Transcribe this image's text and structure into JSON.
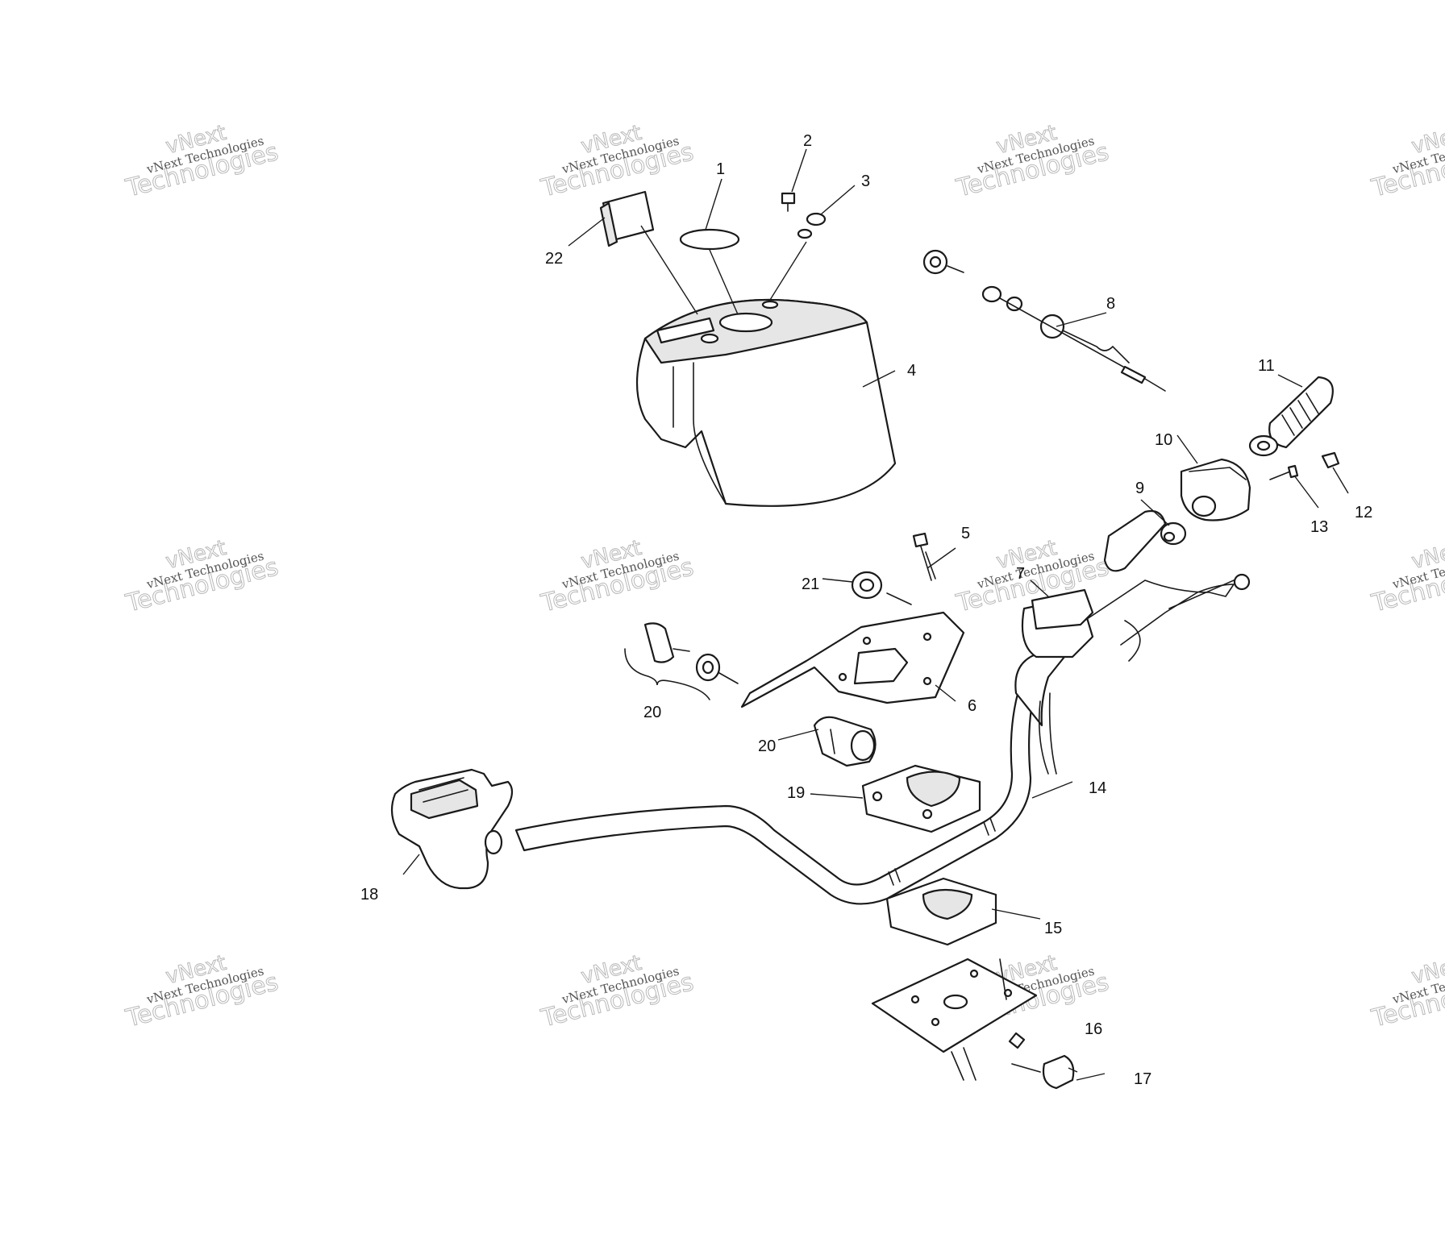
{
  "watermark": {
    "line1": "vNext",
    "line2": "Technologies",
    "small": "vNext Technologies"
  },
  "callouts": {
    "c1": "1",
    "c2": "2",
    "c3": "3",
    "c4": "4",
    "c5": "5",
    "c6": "6",
    "c7": "7",
    "c8": "8",
    "c9": "9",
    "c10": "10",
    "c11": "11",
    "c12": "12",
    "c13": "13",
    "c14": "14",
    "c15": "15",
    "c16": "16",
    "c17": "17",
    "c18": "18",
    "c19": "19",
    "c20a": "20",
    "c20b": "20",
    "c21": "21",
    "c22": "22"
  }
}
